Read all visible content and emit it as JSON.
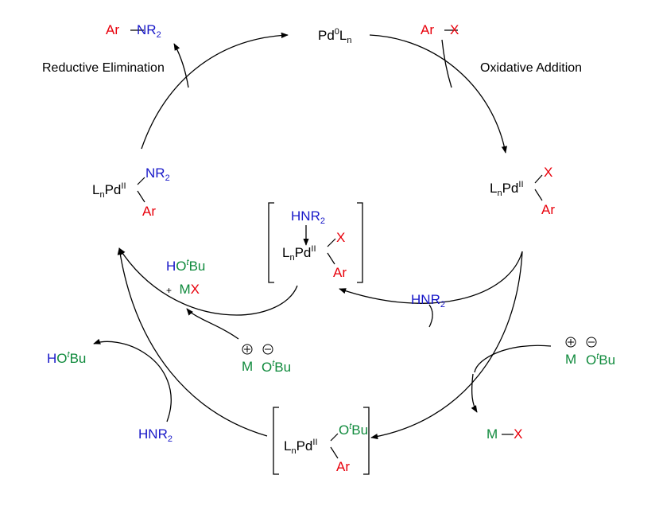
{
  "colors": {
    "black": "#000000",
    "red": "#e8000b",
    "blue": "#1717c8",
    "green": "#0f8a3c"
  },
  "labels": {
    "reductive_elimination": "Reductive Elimination",
    "oxidative_addition": "Oxidative Addition"
  },
  "atoms": {
    "pd": "Pd",
    "pd_ox0": "0",
    "pd_ox2": "II",
    "l": "L",
    "n": "n",
    "ar": "Ar",
    "x": "X",
    "n_atom": "N",
    "r": "R",
    "two": "2",
    "h": "H",
    "o": "O",
    "t": "t",
    "bu": "Bu",
    "m": "M",
    "plus": "+",
    "plus_charge": "+",
    "minus_charge": "−"
  }
}
